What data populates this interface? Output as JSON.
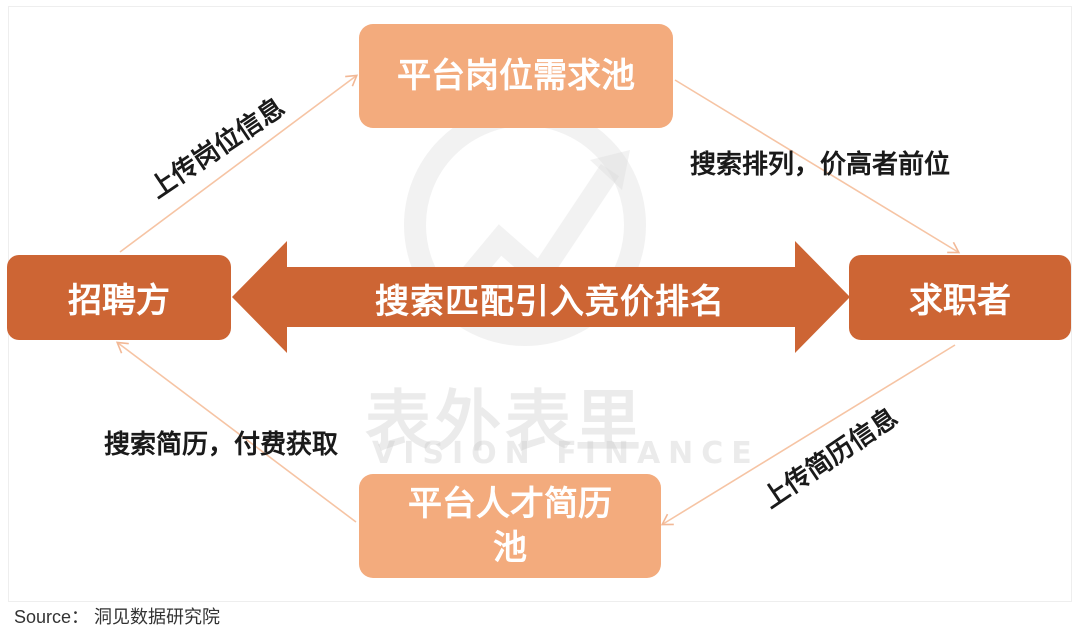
{
  "nodes": {
    "job_pool": "平台岗位需求池",
    "employer": "招聘方",
    "job_seeker": "求职者",
    "resume_pool": "平台人才简历池"
  },
  "center_arrow": {
    "label": "搜索匹配引入竞价排名"
  },
  "edges": {
    "employer_to_job_pool": "上传岗位信息",
    "job_pool_to_seeker": "搜索排列，价高者前位",
    "seeker_to_resume_pool": "上传简历信息",
    "resume_pool_to_employer": "搜索简历，付费获取"
  },
  "watermark": {
    "brand": "表外表里",
    "brand_en": "VISION FINANCE"
  },
  "source": "Source：  洞见数据研究院",
  "colors": {
    "light_box": "#f3ab7d",
    "dark_box": "#cd6534",
    "connector": "#f6c4a4"
  }
}
